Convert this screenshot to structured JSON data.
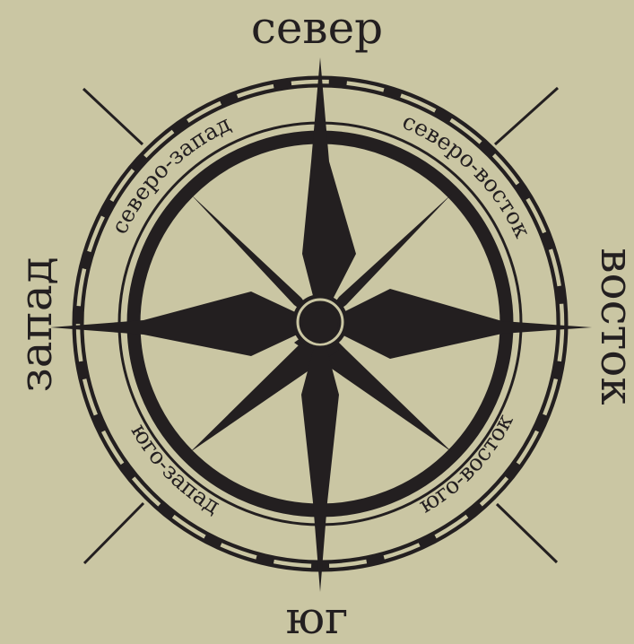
{
  "directions": {
    "north": "север",
    "south": "юг",
    "east": "восток",
    "west": "запад"
  },
  "intercardinals": {
    "northeast": "северо-восток",
    "northwest": "северо-запад",
    "southeast": "юго-восток",
    "southwest": "юго-запад"
  },
  "colors": {
    "background": "#cac6a3",
    "ink": "#231f20"
  },
  "icons": {
    "rose": "eight-point-compass-rose"
  }
}
